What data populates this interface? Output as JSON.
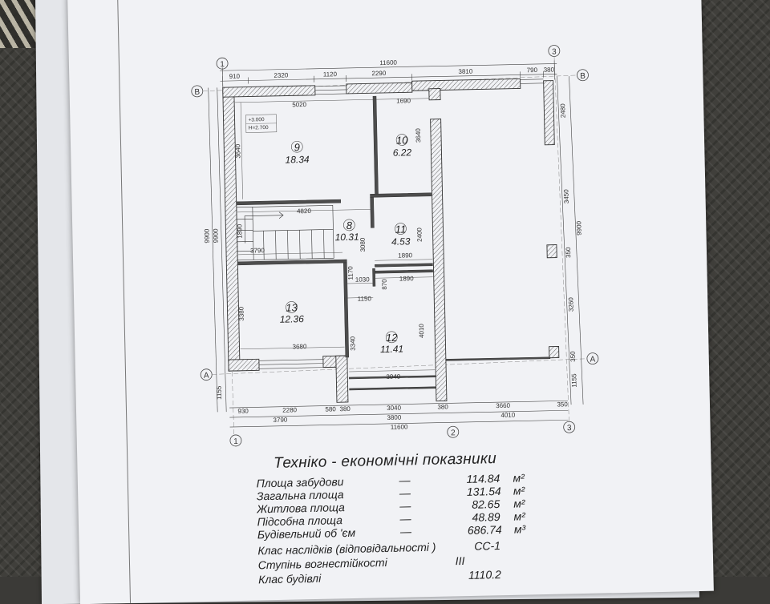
{
  "plan": {
    "level_mark": "+3.000",
    "height_mark": "H=2.700",
    "axes": {
      "a1": "1",
      "a2": "2",
      "a3": "3",
      "aA": "A",
      "aB": "В"
    },
    "top_dims": [
      "910",
      "2320",
      "1120",
      "2290",
      "3810",
      "790",
      "380"
    ],
    "top_total": "11600",
    "bottom_dims_1": [
      "930",
      "2280",
      "580",
      "380",
      "3040",
      "380",
      "3660",
      "350"
    ],
    "bottom_dims_2": [
      "3790",
      "3800",
      "4010"
    ],
    "bottom_total": "11600",
    "left_total": "9900",
    "left_dims": [
      "1155"
    ],
    "right_total": "9900",
    "right_dims": [
      "2480",
      "3450",
      "350",
      "3260",
      "350",
      "1155"
    ],
    "inner_dims": [
      "5020",
      "1690",
      "3640",
      "3640",
      "4820",
      "1890",
      "3790",
      "3080",
      "2400",
      "1890",
      "1170",
      "1030",
      "870",
      "1890",
      "1150",
      "3380",
      "3340",
      "4010",
      "3680",
      "3040"
    ],
    "rooms": [
      {
        "no": "9",
        "area": "18.34"
      },
      {
        "no": "10",
        "area": "6.22"
      },
      {
        "no": "8",
        "area": "10.31"
      },
      {
        "no": "11",
        "area": "4.53"
      },
      {
        "no": "13",
        "area": "12.36"
      },
      {
        "no": "12",
        "area": "11.41"
      }
    ]
  },
  "tep": {
    "title": "Техніко - економічні показники",
    "rows": [
      {
        "label": "Площа  забудови",
        "dash": "—",
        "value": "114.84",
        "unit": "м²"
      },
      {
        "label": "Загальна  площа",
        "dash": "—",
        "value": "131.54",
        "unit": "м²"
      },
      {
        "label": "Житлова площа",
        "dash": "—",
        "value": "82.65",
        "unit": "м²"
      },
      {
        "label": "Підсобна  площа",
        "dash": "—",
        "value": "48.89",
        "unit": "м²"
      },
      {
        "label": "Будівельний об 'єм",
        "dash": "—",
        "value": "686.74",
        "unit": "м³"
      },
      {
        "label": "Клас наслідків  (відповідальності  )",
        "dash": "",
        "value": "СС-1",
        "unit": ""
      },
      {
        "label": "Ступінь  вогнестійкості",
        "dash": "",
        "value": "III",
        "unit": ""
      },
      {
        "label": "Клас будівлі",
        "dash": "",
        "value": "1110.2",
        "unit": ""
      }
    ]
  }
}
